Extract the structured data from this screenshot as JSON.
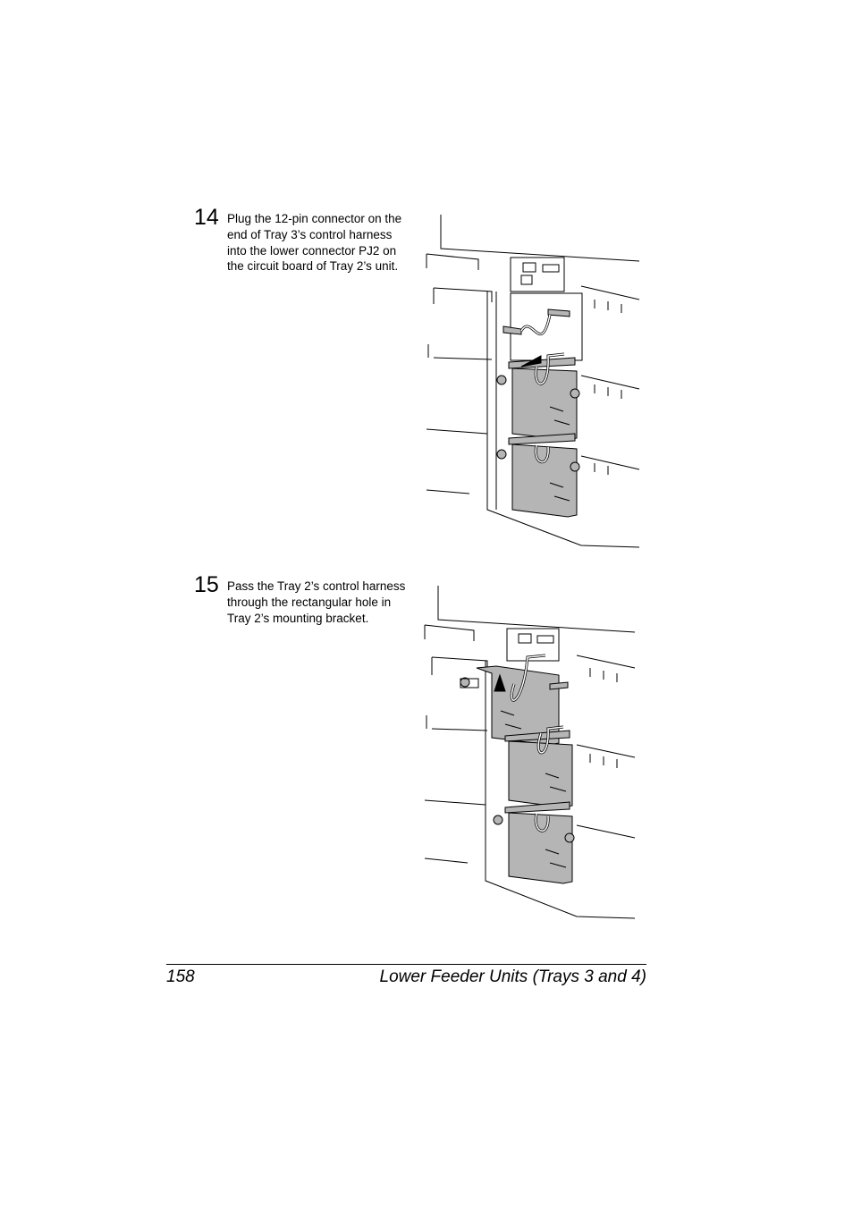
{
  "steps": [
    {
      "number": "14",
      "text": "Plug the 12-pin connector on the end of Tray 3’s control harness into the lower connector PJ2 on the circuit board of Tray 2’s unit."
    },
    {
      "number": "15",
      "text": "Pass the Tray 2’s control harness through the rectangular hole in Tray 2’s mounting bracket."
    }
  ],
  "footer": {
    "page_number": "158",
    "section_title": "Lower Feeder Units (Trays 3 and 4)"
  },
  "colors": {
    "bracket_fill": "#b5b5b5",
    "line": "#000000"
  }
}
